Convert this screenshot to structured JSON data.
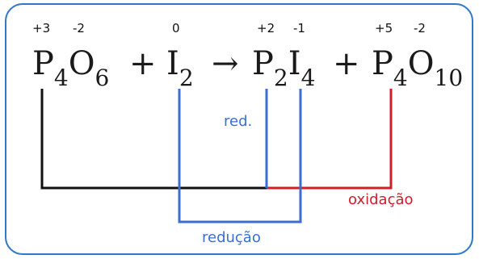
{
  "equation": {
    "terms": [
      {
        "symbol": "P",
        "subscript": "4"
      },
      {
        "symbol": "O",
        "subscript": "6"
      },
      {
        "symbol": "+"
      },
      {
        "symbol": "I",
        "subscript": "2"
      },
      {
        "symbol": "→"
      },
      {
        "symbol": "P",
        "subscript": "2"
      },
      {
        "symbol": "I",
        "subscript": "4"
      },
      {
        "symbol": "+"
      },
      {
        "symbol": "P",
        "subscript": "4"
      },
      {
        "symbol": "O",
        "subscript": "10"
      }
    ],
    "oxidation_numbers": [
      "+3",
      "-2",
      "0",
      "+2",
      "-1",
      "+5",
      "-2"
    ]
  },
  "labels": {
    "red_short": "red.",
    "oxidation": "oxidação",
    "reduction": "redução"
  },
  "colors": {
    "frame": "#2e78c8",
    "text": "#1a1a1a",
    "black_line": "#111111",
    "blue_line": "#3a6fd0",
    "red_line": "#cc1f2a",
    "blue_label": "#3a6fd0",
    "red_label": "#cc1f2a"
  }
}
